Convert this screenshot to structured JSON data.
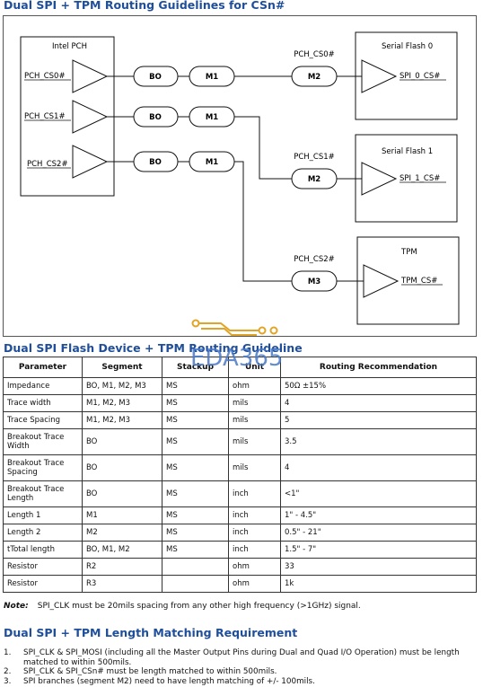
{
  "headings": {
    "diagram_title": "Dual SPI + TPM Routing Guidelines for CSn#",
    "table_title": "Dual SPI Flash Device + TPM Routing Guideline",
    "matching_title": "Dual SPI + TPM Length Matching Requirement"
  },
  "diagram": {
    "pch_label": "Intel PCH",
    "inputs": [
      "PCH_CS0#",
      "PCH_CS1#",
      "PCH_CS2#"
    ],
    "segments": [
      "BO",
      "M1",
      "M2",
      "M3"
    ],
    "net_labels": [
      "PCH_CS0#",
      "PCH_CS1#",
      "PCH_CS2#"
    ],
    "devices": [
      {
        "name": "Serial Flash 0",
        "pin": "SPI_0_CS#"
      },
      {
        "name": "Serial Flash 1",
        "pin": "SPI_1_CS#"
      },
      {
        "name": "TPM",
        "pin": "TPM_CS#"
      }
    ]
  },
  "watermark": "EDA365",
  "table": {
    "headers": [
      "Parameter",
      "Segment",
      "Stackup",
      "Unit",
      "Routing Recommendation"
    ],
    "rows": [
      [
        "Impedance",
        "BO, M1, M2, M3",
        "MS",
        "ohm",
        "50Ω ±15%"
      ],
      [
        "Trace width",
        "M1, M2, M3",
        "MS",
        "mils",
        "4"
      ],
      [
        "Trace Spacing",
        "M1, M2, M3",
        "MS",
        "mils",
        "5"
      ],
      [
        "Breakout Trace Width",
        "BO",
        "MS",
        "mils",
        "3.5"
      ],
      [
        "Breakout Trace Spacing",
        "BO",
        "MS",
        "mils",
        "4"
      ],
      [
        "Breakout Trace Length",
        "BO",
        "MS",
        "inch",
        "<1\""
      ],
      [
        "Length 1",
        "M1",
        "MS",
        "inch",
        "1\" - 4.5\""
      ],
      [
        "Length 2",
        "M2",
        "MS",
        "inch",
        "0.5\" - 21\""
      ],
      [
        "tTotal length",
        "BO, M1, M2",
        "MS",
        "inch",
        "1.5\" - 7\""
      ],
      [
        "Resistor",
        "R2",
        "",
        "ohm",
        "33"
      ],
      [
        "Resistor",
        "R3",
        "",
        "ohm",
        "1k"
      ]
    ]
  },
  "note": {
    "label": "Note:",
    "text": "SPI_CLK must be 20mils spacing from any other high frequency (>1GHz) signal."
  },
  "requirements": [
    {
      "num": "1.",
      "text": "SPI_CLK & SPI_MOSI (including all the Master Output Pins during Dual and Quad I/O Operation) must be length matched to within 500mils."
    },
    {
      "num": "2.",
      "text": "SPI_CLK & SPI_CSn# must be length matched to within 500mils."
    },
    {
      "num": "3.",
      "text": "SPI branches (segment M2) need to have length matching of +/- 100mils."
    }
  ]
}
